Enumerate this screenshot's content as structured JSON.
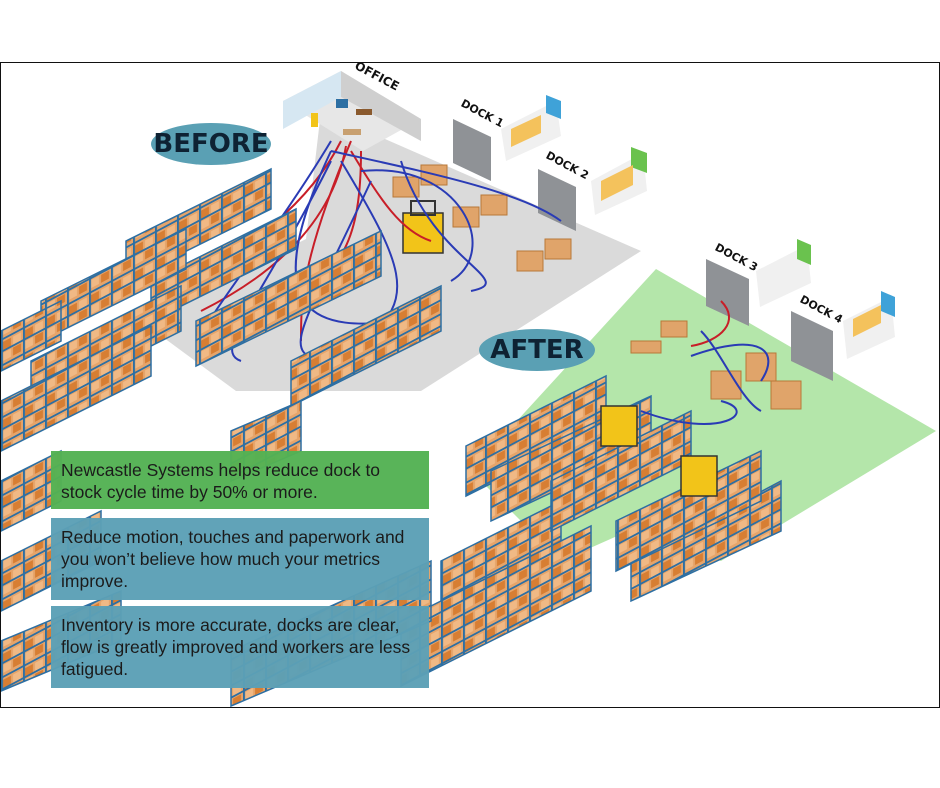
{
  "labels": {
    "before": "BEFORE",
    "after": "AFTER",
    "office": "OFFICE",
    "docks": [
      "DOCK 1",
      "DOCK 2",
      "DOCK 3",
      "DOCK 4"
    ]
  },
  "captions": [
    "Newcastle Systems helps reduce dock to stock cycle time by 50% or more.",
    "Reduce motion, touches and paperwork and you won’t believe how much your metrics improve.",
    "Inventory is more accurate, docks are clear, flow is greatly improved and workers are less fatigued."
  ],
  "colors": {
    "before_label_bg": "#5aa0b4",
    "after_zone": "#a8e0a0",
    "before_zone": "#d9d9d9",
    "caption_green": "#54b254",
    "caption_blue": "#5ca0b6",
    "rack_blue": "#2d6fa3",
    "rack_orange": "#e2852f",
    "path_red": "#c81e28",
    "path_blue": "#2a3bb5",
    "forklift": "#f2c419"
  }
}
